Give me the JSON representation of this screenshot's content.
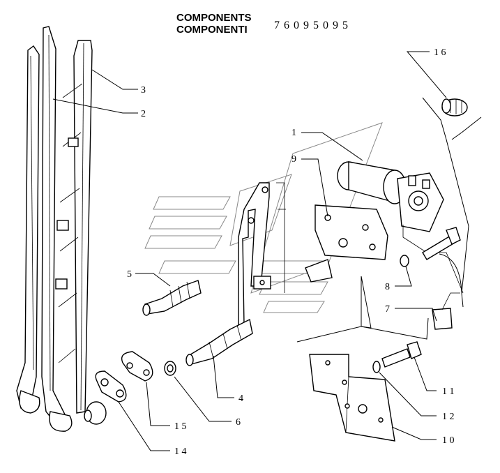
{
  "header": {
    "title_line1": "COMPONENTS",
    "title_line2": "COMPONENTI",
    "part_code": "76095095"
  },
  "callouts": [
    {
      "id": "c1",
      "text": "1"
    },
    {
      "id": "c2",
      "text": "2"
    },
    {
      "id": "c3",
      "text": "3"
    },
    {
      "id": "c4",
      "text": "4"
    },
    {
      "id": "c5",
      "text": "5"
    },
    {
      "id": "c6",
      "text": "6"
    },
    {
      "id": "c7",
      "text": "7"
    },
    {
      "id": "c8",
      "text": "8"
    },
    {
      "id": "c9",
      "text": "9"
    },
    {
      "id": "c10",
      "text": "1 0"
    },
    {
      "id": "c11",
      "text": "1 1"
    },
    {
      "id": "c12",
      "text": "1 2"
    },
    {
      "id": "c14",
      "text": "1 4"
    },
    {
      "id": "c15",
      "text": "1 5"
    },
    {
      "id": "c16",
      "text": "1 6"
    }
  ]
}
